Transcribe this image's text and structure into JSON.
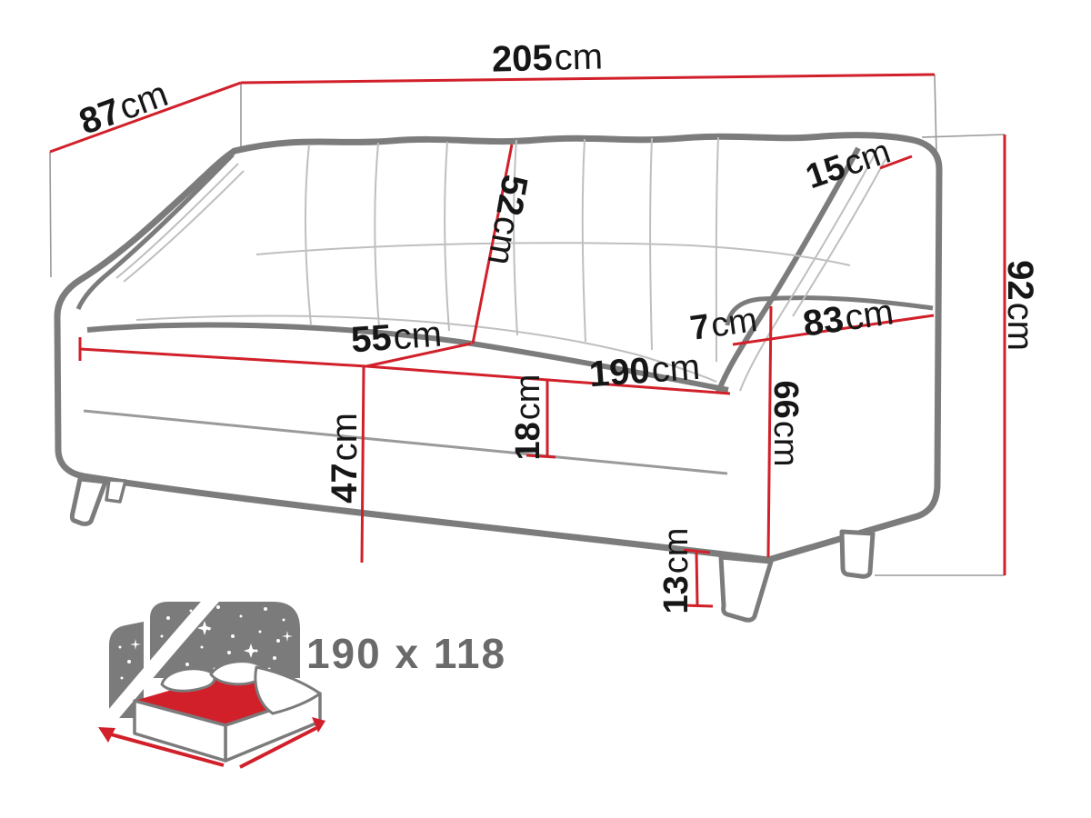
{
  "diagram_type": "sofa-dimension-drawing",
  "dims": {
    "total_width": {
      "value": "205",
      "unit": "cm"
    },
    "total_depth": {
      "value": "87",
      "unit": "cm"
    },
    "backrest_corner": {
      "value": "15",
      "unit": "cm"
    },
    "backrest_height": {
      "value": "52",
      "unit": "cm"
    },
    "total_height": {
      "value": "92",
      "unit": "cm"
    },
    "seat_depth": {
      "value": "55",
      "unit": "cm"
    },
    "armrest_top_width": {
      "value": "7",
      "unit": "cm"
    },
    "armrest_length": {
      "value": "83",
      "unit": "cm"
    },
    "seat_width": {
      "value": "190",
      "unit": "cm"
    },
    "mattress_thickness": {
      "value": "18",
      "unit": "cm"
    },
    "armrest_height": {
      "value": "66",
      "unit": "cm"
    },
    "seat_height": {
      "value": "47",
      "unit": "cm"
    },
    "leg_clearance": {
      "value": "13",
      "unit": "cm"
    }
  },
  "sleeping_area": {
    "label": "190 x 118"
  },
  "icons": {
    "sleeping_function": "bed-with-starry-night-icon"
  },
  "colors": {
    "dimension_line": "#d1202a",
    "sofa_outline": "#7c7c7c",
    "seam_line": "#bfbfbf",
    "extension_line": "#9a9a9a",
    "label_text": "#161616",
    "sleeping_area_text": "#6a6a6a",
    "icon_gray": "#7b7b7b",
    "background": "#ffffff"
  }
}
